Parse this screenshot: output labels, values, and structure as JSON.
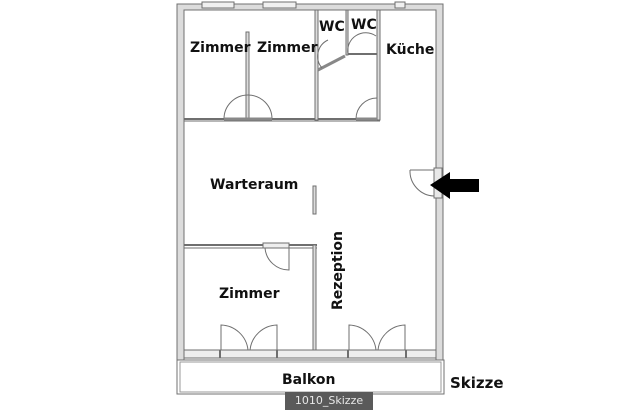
{
  "floorplan": {
    "title": "Skizze",
    "caption": "1010_Skizze",
    "rooms": {
      "zimmer_1": "Zimmer",
      "zimmer_2": "Zimmer",
      "wc_1": "WC",
      "wc_2": "WC",
      "kueche": "Küche",
      "warteraum": "Warteraum",
      "zimmer_3": "Zimmer",
      "rezeption": "Rezeption",
      "balkon": "Balkon"
    },
    "entrance_marker": "arrow-left",
    "colors": {
      "wall_fill": "#d9d9d9",
      "wall_stroke": "#6f6f6f",
      "text": "#111111",
      "caption_bg": "#5a5a5a"
    }
  }
}
